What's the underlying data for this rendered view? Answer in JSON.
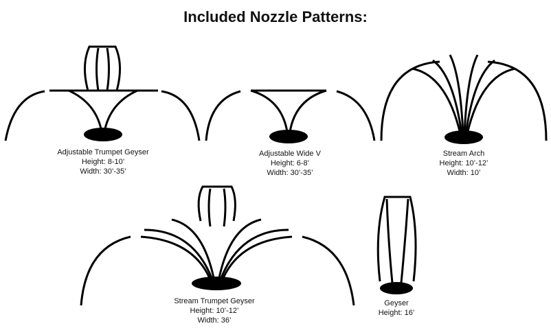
{
  "title": "Included Nozzle Patterns:",
  "patterns": [
    {
      "name": "Adjustable Trumpet Geyser",
      "height": "Height: 8-10’",
      "width": "Width: 30’-35’"
    },
    {
      "name": "Adjustable Wide V",
      "height": "Height: 6-8’",
      "width": "Width: 30’-35’"
    },
    {
      "name": "Stream Arch",
      "height": "Height: 10’-12’",
      "width": "Width: 10’"
    },
    {
      "name": "Stream Trumpet Geyser",
      "height": "Height: 10’-12’",
      "width": "Width: 36’"
    },
    {
      "name": "Geyser",
      "height": "Height: 16’"
    }
  ]
}
